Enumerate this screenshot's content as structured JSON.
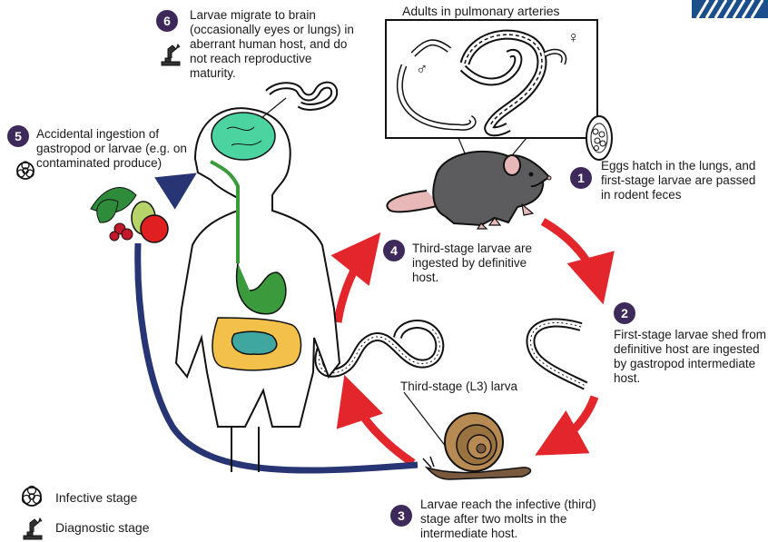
{
  "title_adults": "Adults in pulmonary arteries",
  "male_symbol": "♂",
  "female_symbol": "♀",
  "steps": [
    {
      "num": "1",
      "text": "Eggs hatch in the lungs, and first-stage larvae are passed in rodent feces"
    },
    {
      "num": "2",
      "text": "First-stage larvae shed from definitive host are ingested by gastropod intermediate host."
    },
    {
      "num": "3",
      "text": "Larvae reach the infective (third) stage after two molts in the intermediate host."
    },
    {
      "num": "4",
      "text": "Third-stage larvae are ingested by definitive host."
    },
    {
      "num": "5",
      "text": "Accidental ingestion of gastropod or larvae (e.g. on contaminated produce)"
    },
    {
      "num": "6",
      "text": "Larvae migrate to brain (occasionally eyes or lungs) in aberrant human host, and do not reach reproductive maturity."
    }
  ],
  "label_l3": "Third-stage (L3) larva",
  "legend": {
    "infective": "Infective stage",
    "diagnostic": "Diagnostic stage"
  },
  "icons": [
    "biohazard-icon",
    "microscope-icon"
  ],
  "colors": {
    "badge": "#3d2a5b",
    "red_arrow": "#e3262b",
    "blue_arrow": "#273574",
    "brain": "#4bd3a0",
    "gut_green": "#3b9a3b",
    "colon": "#f3c04a",
    "small_intestine": "#3fa7a0"
  }
}
